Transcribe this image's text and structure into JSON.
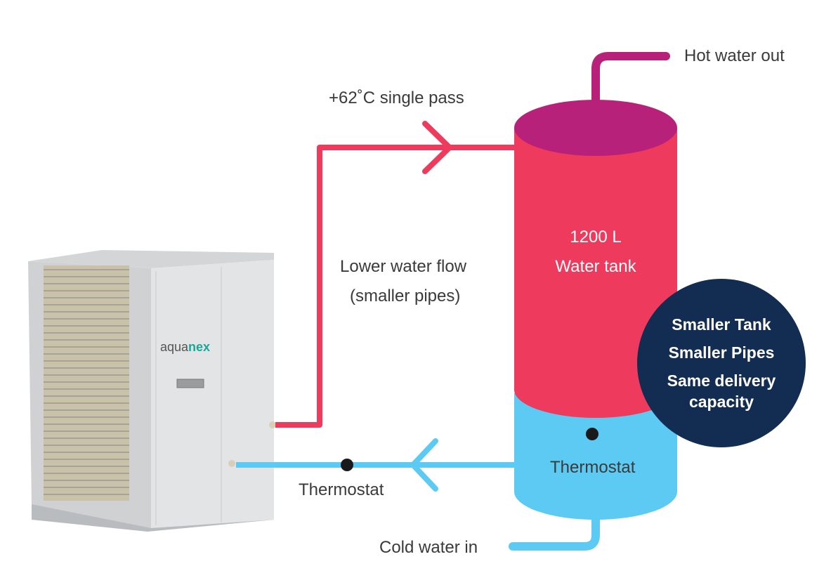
{
  "labels": {
    "hot_water_out": "Hot water out",
    "single_pass": "+62˚C single pass",
    "flow_line1": "Lower water flow",
    "flow_line2": "(smaller pipes)",
    "tank_volume": "1200 L",
    "tank_name": "Water tank",
    "tank_thermostat": "Thermostat",
    "pipe_thermostat": "Thermostat",
    "cold_water_in": "Cold water in"
  },
  "badge": {
    "lines": [
      "Smaller Tank",
      "Smaller Pipes",
      "Same delivery",
      "capacity"
    ]
  },
  "heat_pump": {
    "brand": "aquanex"
  },
  "colors": {
    "hot_pipe": "#ee3a5c",
    "cold_pipe": "#5ccaf2",
    "tank_top": "#b8217a",
    "badge_bg": "#132d52"
  }
}
